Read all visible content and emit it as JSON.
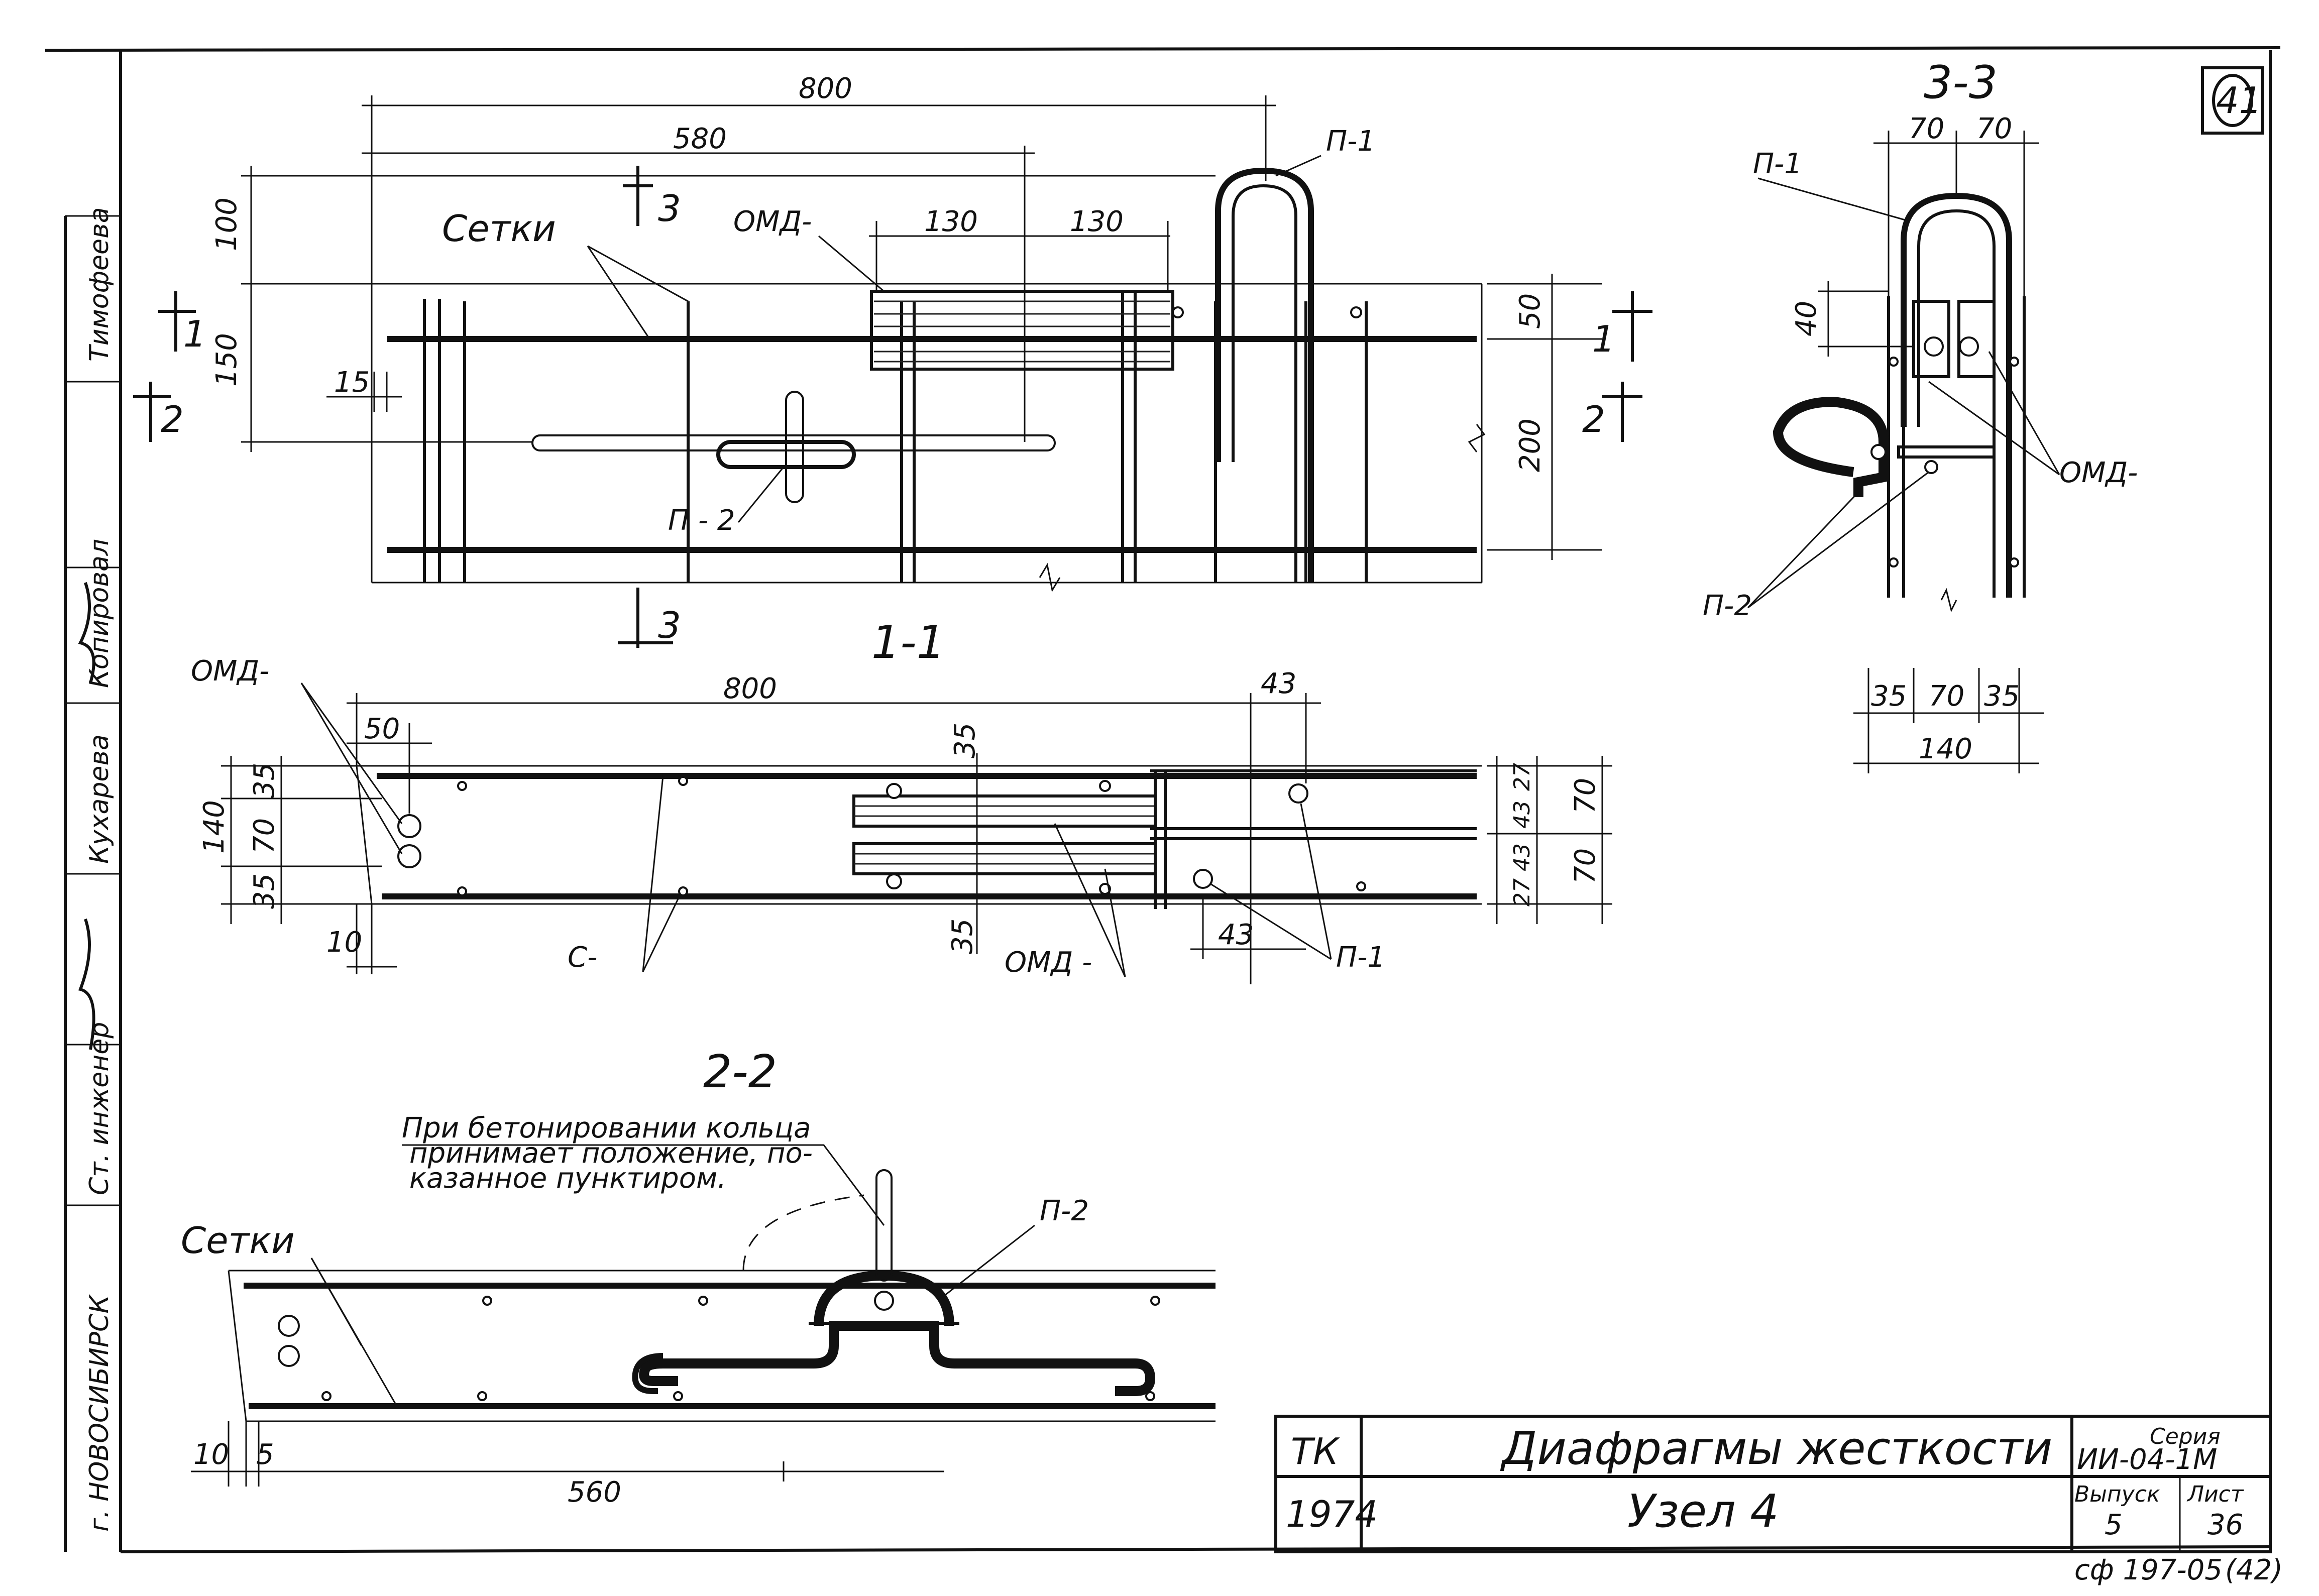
{
  "sheet": {
    "sheet_badge": "41",
    "stamp_note": "сф 197-05",
    "stamp_note_tail": "(42)"
  },
  "sections": {
    "s11": "1-1",
    "s22": "2-2",
    "s33": "3-3",
    "mark3_top": "3",
    "mark3_bottom": "3",
    "mark1_left": "1",
    "mark2_left": "2",
    "mark1_right": "1",
    "mark2_right": "2"
  },
  "labels": {
    "setki_top": "Сетки",
    "omd_top": "ОМД-",
    "p1_top": "П-1",
    "p2_top": "П - 2",
    "p1_33": "П-1",
    "omd_33": "ОМД-",
    "p2_33": "П-2",
    "omd_11": "ОМД-",
    "c_11": "С-",
    "omd_11b": "ОМД -",
    "p1_11": "П-1",
    "setki_22": "Сетки",
    "p2_22": "П-2",
    "note_line1": "При бетонировании кольца",
    "note_line2": "принимает положение, по-",
    "note_line3": "казанное пунктиром."
  },
  "dims": {
    "top_800": "800",
    "top_580": "580",
    "top_130a": "130",
    "top_130b": "130",
    "top_100": "100",
    "top_150": "150",
    "top_15": "15",
    "top_50": "50",
    "top_200": "200",
    "s33_70a": "70",
    "s33_70b": "70",
    "s33_40": "40",
    "s33_35a": "35",
    "s33_70c": "70",
    "s33_35b": "35",
    "s33_140": "140",
    "s11_800": "800",
    "s11_43": "43",
    "s11_50": "50",
    "s11_35": "35",
    "s11_140": "140",
    "s11_35a": "35",
    "s11_70": "70",
    "s11_35b": "35",
    "s11_10": "10",
    "s11_35c": "35",
    "s11_43b": "43",
    "s11_27a": "27",
    "s11_43c": "43",
    "s11_43d": "43",
    "s11_27b": "27",
    "s11_70r1": "70",
    "s11_70r2": "70",
    "s22_10": "10",
    "s22_5": "5",
    "s22_560": "560"
  },
  "title_block": {
    "org": "ТК",
    "year": "1974",
    "title": "Диафрагмы жесткости",
    "subtitle": "Узел 4",
    "series_label": "Серия",
    "series_value": "ИИ-04-1М",
    "issue_label": "Выпуск",
    "issue_value": "5",
    "sheet_label": "Лист",
    "sheet_value": "36"
  },
  "side_stamp": {
    "city": "г. НОВОСИБИРСК",
    "role1": "Тимофеева",
    "role2": "Копировал",
    "role3": "Кухарева",
    "role4": "Ст. инженер"
  }
}
